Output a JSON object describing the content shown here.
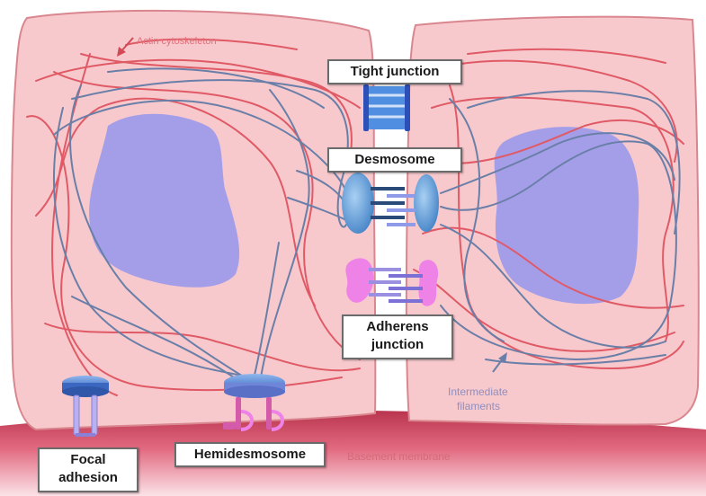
{
  "labels": {
    "actin_cytoskeleton": "Actin cytoskeleton",
    "tight_junction": "Tight junction",
    "desmosome": "Desmosome",
    "adherens_junction_line1": "Adherens",
    "adherens_junction_line2": "junction",
    "focal_adhesion_line1": "Focal",
    "focal_adhesion_line2": "adhesion",
    "hemidesmosome": "Hemidesmosome",
    "basement_membrane": "Basement membrane",
    "intermediate_filaments_line1": "Intermediate",
    "intermediate_filaments_line2": "filaments"
  },
  "colors": {
    "cell_fill": "#f7c9cd",
    "cell_border": "#d9868f",
    "nucleus": "#a49ee9",
    "actin": "#e05a66",
    "intermediate": "#6a7fa8",
    "membrane": "#d94a62",
    "tight_junction": "#3b72d6",
    "desmosome": "#5b9ad6",
    "adherens": "#ee82e6",
    "label_text": "#8f8fbf",
    "actin_label_text": "#e0707a"
  }
}
